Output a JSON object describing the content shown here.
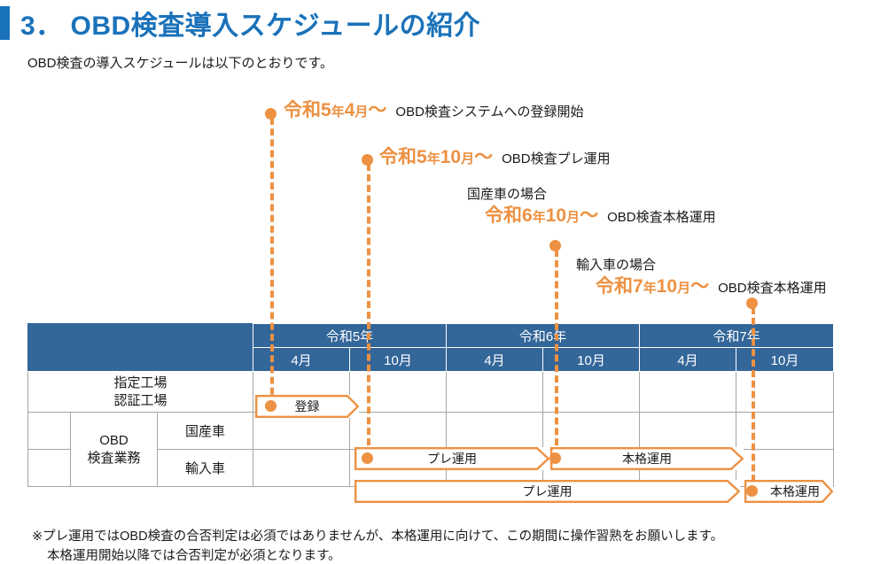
{
  "heading": {
    "number": "3.",
    "title": "3． OBD検査導入スケジュールの紹介",
    "accent_color": "#1a72ba"
  },
  "lead": "OBD検査の導入スケジュールは以下のとおりです。",
  "colors": {
    "accent_blue": "#1a72ba",
    "table_header_blue": "#336699",
    "orange": "#ED9142",
    "grid_gray": "#a6a6a6"
  },
  "callouts": [
    {
      "sub": "",
      "era": "令和5年4月",
      "era_tail": "～",
      "desc": "OBD検査システムへの登録開始"
    },
    {
      "sub": "",
      "era": "令和5年10月",
      "era_tail": "～",
      "desc": "OBD検査プレ運用"
    },
    {
      "sub": "国産車の場合",
      "era": "令和6年10月",
      "era_tail": "～",
      "desc": "OBD検査本格運用"
    },
    {
      "sub": "輸入車の場合",
      "era": "令和7年10月",
      "era_tail": "～",
      "desc": "OBD検査本格運用"
    }
  ],
  "table": {
    "years": [
      "令和5年",
      "令和6年",
      "令和7年"
    ],
    "months": [
      "4月",
      "10月",
      "4月",
      "10月",
      "4月",
      "10月"
    ],
    "rows": [
      {
        "label": "指定工場\n認証工場",
        "group": "",
        "sub": ""
      },
      {
        "label": "",
        "group": "OBD\n検査業務",
        "sub": "国産車"
      },
      {
        "label": "",
        "group": "",
        "sub": "輸入車"
      }
    ],
    "row1_label_line1": "指定工場",
    "row1_label_line2": "認証工場",
    "group_label_line1": "OBD",
    "group_label_line2": "検査業務",
    "sub_domestic": "国産車",
    "sub_imported": "輸入車"
  },
  "bars": [
    {
      "label": "登録",
      "row": "指定工場・認証工場"
    },
    {
      "label": "プレ運用",
      "row": "国産車"
    },
    {
      "label": "本格運用",
      "row": "国産車"
    },
    {
      "label": "プレ運用",
      "row": "輸入車"
    },
    {
      "label": "本格運用",
      "row": "輸入車"
    }
  ],
  "footnote": {
    "line1": "※プレ運用ではOBD検査の合否判定は必須ではありませんが、本格運用に向けて、この期間に操作習熟をお願いします。",
    "line2": "本格運用開始以降では合否判定が必須となります。"
  }
}
